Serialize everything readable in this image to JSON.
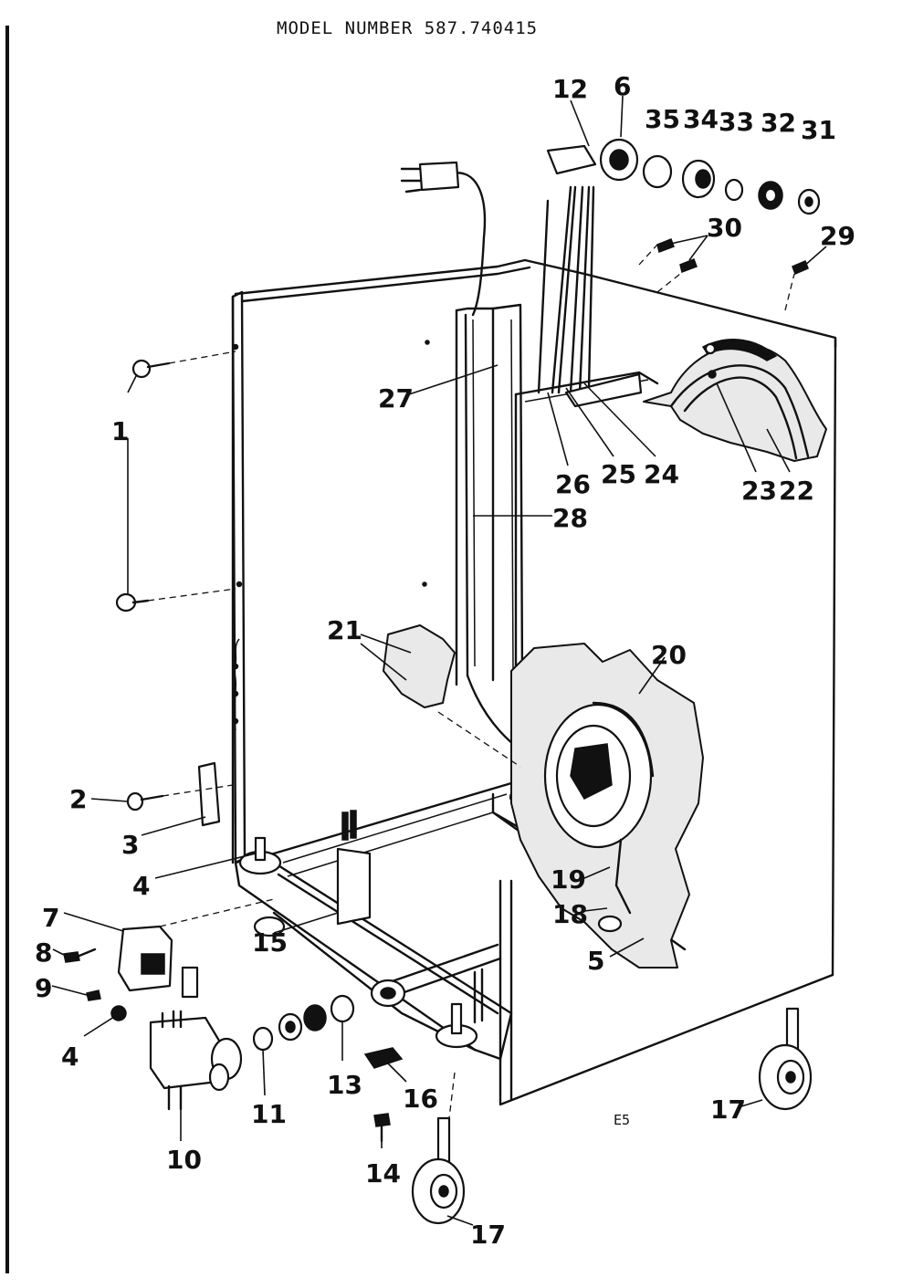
{
  "header": {
    "model_number": "MODEL NUMBER 587.740415"
  },
  "footer": {
    "page_code": "E5"
  },
  "callouts": [
    "12",
    "6",
    "35",
    "34",
    "33",
    "32",
    "31",
    "30",
    "29",
    "27",
    "26",
    "25",
    "24",
    "23",
    "22",
    "28",
    "1",
    "21",
    "20",
    "2",
    "3",
    "4",
    "19",
    "18",
    "15",
    "5",
    "7",
    "8",
    "9",
    "4",
    "10",
    "11",
    "13",
    "16",
    "14",
    "17",
    "17"
  ]
}
